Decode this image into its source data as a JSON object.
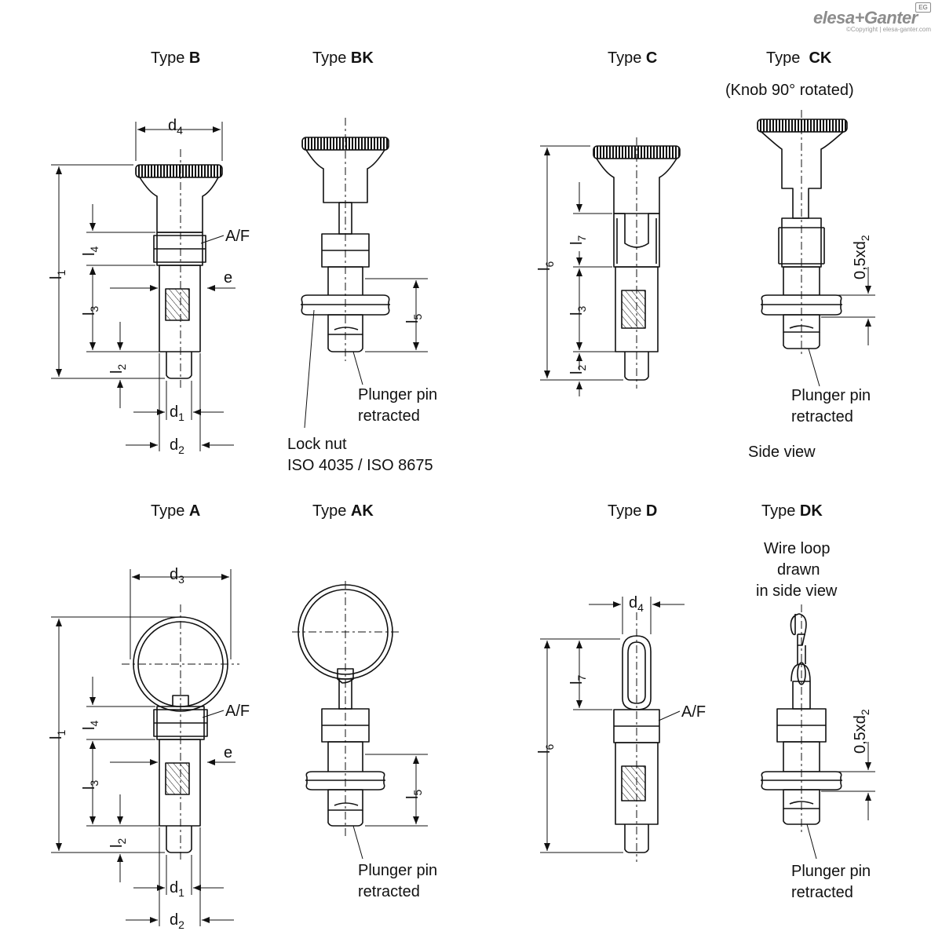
{
  "brand": {
    "logo": "elesa+Ganter",
    "copyright": "©Copyright | elesa-ganter.com",
    "badge": "EG"
  },
  "types": {
    "B": {
      "prefix": "Type",
      "code": "B"
    },
    "BK": {
      "prefix": "Type",
      "code": "BK"
    },
    "C": {
      "prefix": "Type",
      "code": "C"
    },
    "CK": {
      "prefix": "Type",
      "code": "CK",
      "note": "(Knob 90° rotated)"
    },
    "A": {
      "prefix": "Type",
      "code": "A"
    },
    "AK": {
      "prefix": "Type",
      "code": "AK"
    },
    "D": {
      "prefix": "Type",
      "code": "D"
    },
    "DK": {
      "prefix": "Type",
      "code": "DK",
      "note_lines": [
        "Wire loop",
        "drawn",
        "in side view"
      ]
    }
  },
  "annotations": {
    "plunger_line1": "Plunger pin",
    "plunger_line2": "retracted",
    "locknut_line1": "Lock nut",
    "locknut_line2": "ISO 4035 / ISO 8675",
    "side_view": "Side view",
    "af": "A/F",
    "e": "e"
  },
  "dims": {
    "d": "d",
    "l": "l",
    "half_d2": "0,5xd",
    "sub1": "1",
    "sub2": "2",
    "sub3": "3",
    "sub4": "4",
    "sub5": "5",
    "sub6": "6",
    "sub7": "7"
  }
}
